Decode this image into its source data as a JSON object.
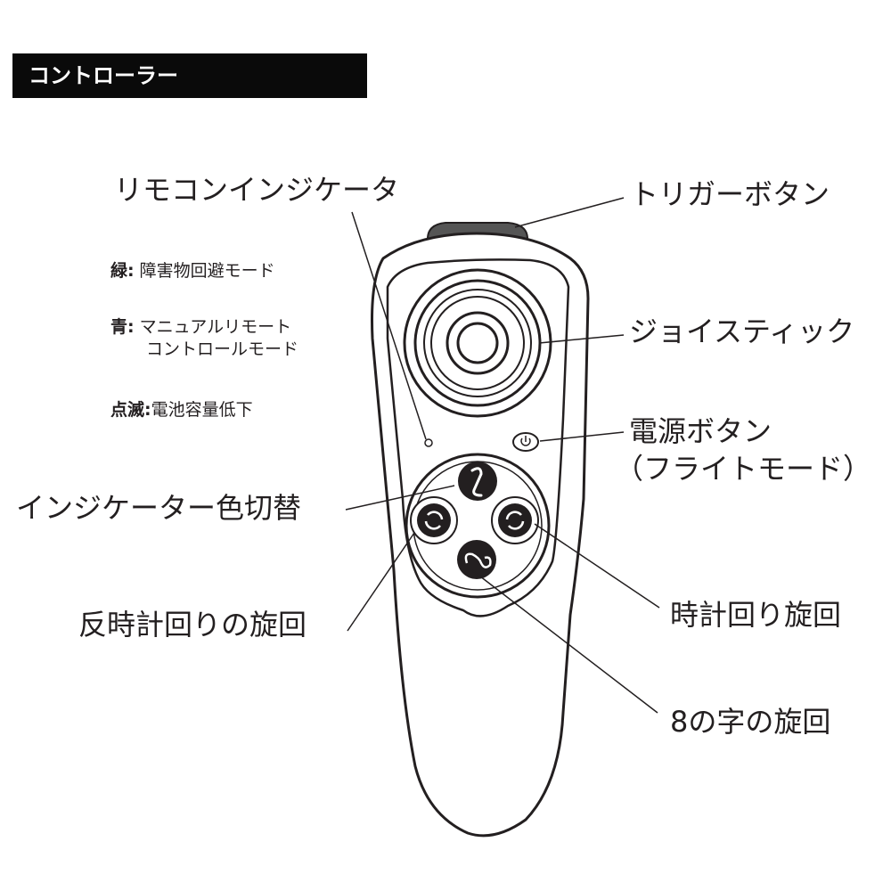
{
  "header": {
    "title": "コントローラー"
  },
  "labels": {
    "indicator": "リモコンインジケータ",
    "trigger": "トリガーボタン",
    "joystick": "ジョイスティック",
    "power_line1": "電源ボタン",
    "power_line2": "（フライトモード）",
    "color_switch": "インジケーター色切替",
    "counterclockwise": "反時計回りの旋回",
    "clockwise": "時計回り旋回",
    "figure8": "8の字の旋回"
  },
  "legend": [
    {
      "key": "緑:",
      "text": "障害物回避モード"
    },
    {
      "key": "青:",
      "text": "マニュアルリモート",
      "text2": "コントロールモード"
    },
    {
      "key": "点滅:",
      "text": "電池容量低下"
    }
  ],
  "colors": {
    "outline": "#231f20",
    "trigger_fill": "#555555",
    "header_bg": "#0a0a0a"
  },
  "icons": [
    "figure8-top-icon",
    "rotate-counterclockwise-icon",
    "rotate-clockwise-icon",
    "figure8-icon",
    "power-icon"
  ]
}
